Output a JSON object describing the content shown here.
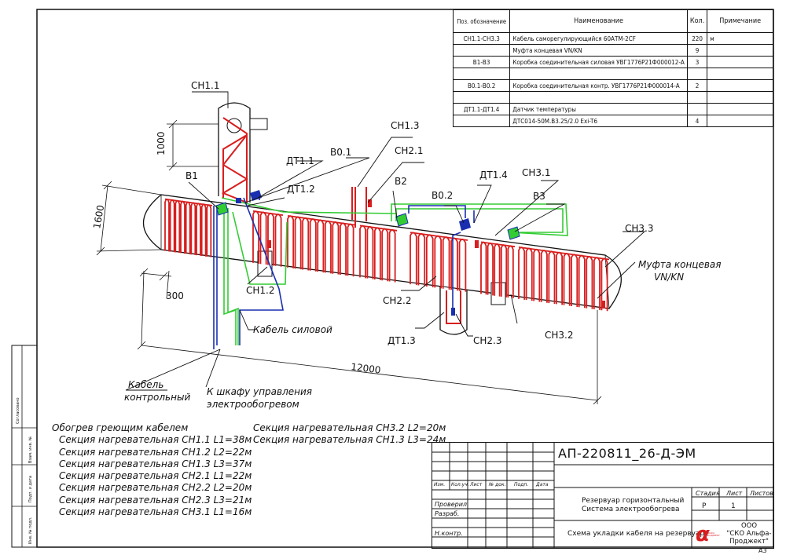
{
  "spec_table": {
    "headers": {
      "pos": "Поз. обозначение",
      "name": "Наименование",
      "qty": "Кол.",
      "note": "Примечание"
    },
    "rows": [
      {
        "pos": "СН1.1-СН3.3",
        "name": "Кабель саморегулирующийся 60АТМ-2CF",
        "qty": "220",
        "note": "м"
      },
      {
        "pos": "",
        "name": "Муфта концевая VN/KN",
        "qty": "9",
        "note": ""
      },
      {
        "pos": "В1-В3",
        "name": "Коробка соединительная силовая УВГ1776Р21Ф000012-А",
        "qty": "3",
        "note": ""
      },
      {
        "pos": "",
        "name": "",
        "qty": "",
        "note": ""
      },
      {
        "pos": "В0.1-В0.2",
        "name": "Коробка соединительная контр. УВГ1776Р21Ф000014-А",
        "qty": "2",
        "note": ""
      },
      {
        "pos": "",
        "name": "",
        "qty": "",
        "note": ""
      },
      {
        "pos": "ДТ1.1-ДТ1.4",
        "name": "Датчик температуры",
        "qty": "",
        "note": ""
      },
      {
        "pos": "",
        "name": "ДТС014-50М.В3.25/2.0 Exi-T6",
        "qty": "4",
        "note": ""
      }
    ]
  },
  "labels": {
    "ch1_1": "СН1.1",
    "ch1_2": "СН1.2",
    "ch1_3": "СН1.3",
    "ch2_1": "СН2.1",
    "ch2_2": "СН2.2",
    "ch2_3": "СН2.3",
    "ch3_1": "СН3.1",
    "ch3_2": "СН3.2",
    "ch3_3": "СН3.3",
    "b1": "В1",
    "b2": "В2",
    "b3": "В3",
    "b0_1": "В0.1",
    "b0_2": "В0.2",
    "dt1_1": "ДТ1.1",
    "dt1_2": "ДТ1.2",
    "dt1_3": "ДТ1.3",
    "dt1_4": "ДТ1.4",
    "dim_1000": "1000",
    "dim_1600": "1600",
    "dim_300": "300",
    "dim_12000": "12000",
    "end_coupling_1": "Муфта концевая",
    "end_coupling_2": "VN/KN",
    "power_cable": "Кабель силовой",
    "control_cable_1": "Кабель",
    "control_cable_2": "контрольный",
    "to_cabinet_1": "К шкафу управления",
    "to_cabinet_2": "электрообогревом"
  },
  "notes": {
    "title": "Обогрев греющим кабелем",
    "left_lines": [
      "Секция нагревательная СН1.1 L1=38м",
      "Секция нагревательная СН1.2 L2=22м",
      "Секция нагревательная СН1.3 L3=37м",
      "Секция нагревательная СН2.1 L1=22м",
      "Секция нагревательная СН2.2 L2=20м",
      "Секция нагревательная СН2.3 L3=21м",
      "Секция нагревательная СН3.1 L1=16м"
    ],
    "right_lines": [
      "Секция нагревательная СН3.2 L2=20м",
      "Секция нагревательная СН1.3 L3=24м"
    ]
  },
  "side_labels": [
    "Согласовано",
    "Взам. инв. №",
    "Подп. и дата",
    "Инв. № подл."
  ],
  "stamp": {
    "code": "АП-220811_26-Д-ЭМ",
    "col_headers": [
      "Изм.",
      "Кол.уч.",
      "Лист",
      "№ док.",
      "Подп.",
      "Дата"
    ],
    "roles": [
      "Проверил",
      "Разраб.",
      "Н.контр."
    ],
    "object_line1": "Резервуар горизонтальный",
    "object_line2": "Система электрообогрева",
    "sheet_title": "Схема укладки кабеля на резервуаре",
    "stage_label": "Стадия",
    "sheet_label": "Лист",
    "sheets_label": "Листов",
    "stage_value": "Р",
    "sheet_value": "1",
    "company_line1": "ООО",
    "company_line2": "\"СКО Альфа-",
    "company_line3": "Проджект\"",
    "logo_text": "АЛЬФА ПРОДЖЕКТ",
    "format": "А3"
  },
  "colors": {
    "heating": "#d81e1e",
    "control": "#1a2fb0",
    "power": "#33cc33",
    "ink": "#111111"
  }
}
